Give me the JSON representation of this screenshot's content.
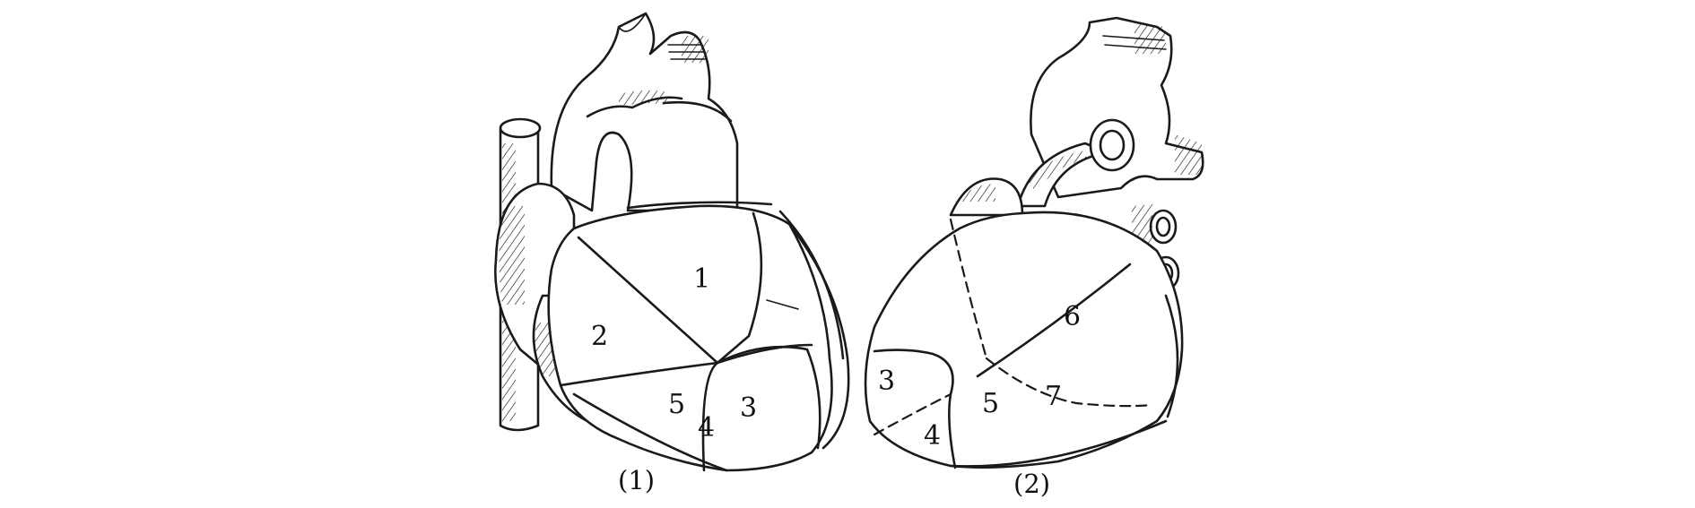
{
  "figures": [
    {
      "caption": "(1)",
      "regions": [
        "1",
        "2",
        "5",
        "4",
        "3"
      ]
    },
    {
      "caption": "(2)",
      "regions": [
        "3",
        "4",
        "5",
        "7",
        "6"
      ]
    }
  ]
}
